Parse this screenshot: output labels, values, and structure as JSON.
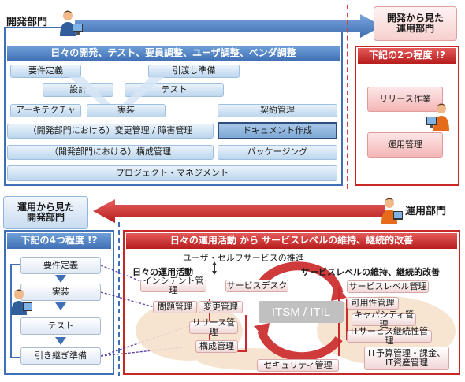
{
  "top": {
    "dev_label": "開発部門",
    "ops_view_label": "開発から見た\n運用部門",
    "dev_bar": "日々の開発、テスト、要員調整、ユーザ調整、ベンダ調整",
    "items": {
      "req": "要件定義",
      "handover": "引渡し準備",
      "design": "設計",
      "test": "テスト",
      "arch": "アーキテクチャ",
      "impl": "実装",
      "contract": "契約管理",
      "change": "（開発部門における）変更管理 / 障害管理",
      "doc": "ドキュメント作成",
      "config": "（開発部門における）構成管理",
      "pkg": "パッケージング",
      "pm": "プロジェクト・マネジメント"
    },
    "ops_bar": "下記の2つ程度 !?",
    "ops_items": {
      "release": "リリース作業",
      "opsmgmt": "運用管理"
    }
  },
  "bottom": {
    "dev_view_label": "運用から見た\n開発部門",
    "ops_label": "運用部門",
    "dev_bar": "下記の4つ程度 !?",
    "dev_items": [
      "要件定義",
      "実装",
      "テスト",
      "引き継ぎ準備"
    ],
    "ops_bar": "日々の運用活動 から サービスレベルの維持、継続的改善",
    "selfservice": "ユーザ・セルフサービスの推進",
    "daily_title": "日々の運用活動",
    "sl_title": "サービスレベルの維持、継続的改善",
    "center": "ITSM / ITIL",
    "left_items": {
      "incident": "インシデント管理",
      "servicedesk": "サービスデスク",
      "problem": "問題管理",
      "changemgmt": "変更管理",
      "release": "リリース管理",
      "config": "構成管理",
      "security": "セキュリティ管理"
    },
    "right_items": {
      "slm": "サービスレベル管理",
      "avail": "可用性管理",
      "capacity": "キャパシティ管理",
      "continuity": "ITサービス継続性管理",
      "finance": "IT予算管理・課金、\nIT資産管理"
    }
  },
  "colors": {
    "blue": "#3f6fb5",
    "red": "#c62828",
    "dashed_red": "#d04040",
    "line_purple": "#5b3aa0"
  }
}
